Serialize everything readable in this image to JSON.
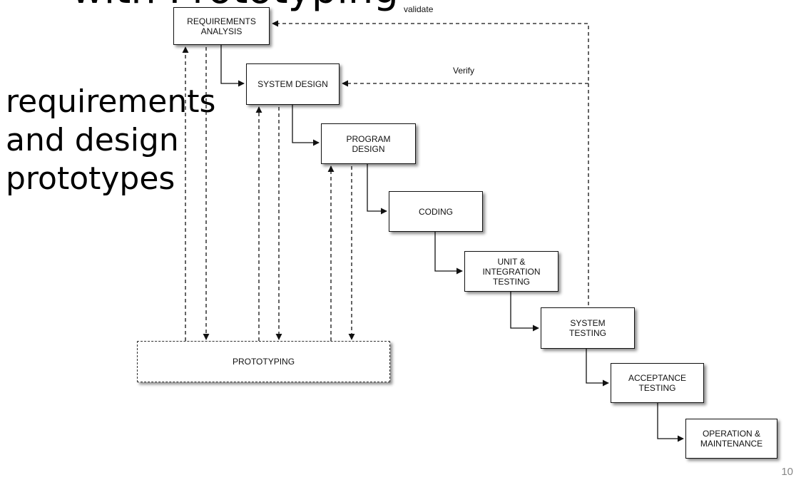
{
  "slide": {
    "title": "with Prototyping",
    "side_text": [
      "requirements",
      "and design",
      "prototypes"
    ],
    "page_number": "10"
  },
  "diagram": {
    "boxes": {
      "requirements": "REQUIREMENTS\nANALYSIS",
      "system_design": "SYSTEM DESIGN",
      "program_design": "PROGRAM\nDESIGN",
      "coding": "CODING",
      "unit_testing": "UNIT &\nINTEGRATION\nTESTING",
      "system_testing": "SYSTEM\nTESTING",
      "acceptance_testing": "ACCEPTANCE\nTESTING",
      "operation": "OPERATION &\nMAINTENANCE",
      "prototyping": "PROTOTYPING"
    },
    "labels": {
      "validate": "validate",
      "verify": "Verify"
    }
  }
}
